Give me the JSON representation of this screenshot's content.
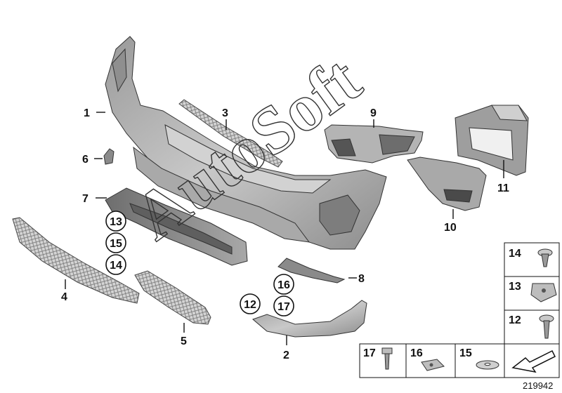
{
  "diagram": {
    "part_labels": {
      "p1": "1",
      "p2": "2",
      "p3": "3",
      "p4": "4",
      "p5": "5",
      "p6": "6",
      "p7": "7",
      "p8": "8",
      "p9": "9",
      "p10": "10",
      "p11": "11"
    },
    "circled_labels": {
      "c13": "13",
      "c15": "15",
      "c14": "14",
      "c16": "16",
      "c17": "17",
      "c12": "12"
    },
    "hardware_legend": {
      "right_column": [
        "14",
        "13",
        "12"
      ],
      "bottom_row": [
        "17",
        "16",
        "15"
      ]
    },
    "diagram_id": "219942",
    "watermark": "AutoSoft",
    "colors": {
      "part_fill": "#b9b9b9",
      "part_dark": "#8a8a8a",
      "line": "#111111"
    }
  }
}
